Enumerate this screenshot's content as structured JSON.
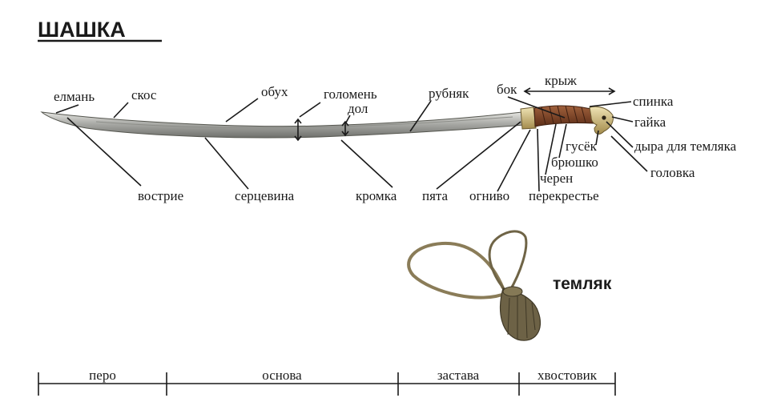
{
  "title": "ШАШКА",
  "labels": {
    "elman": "елмань",
    "skos": "скос",
    "obukh": "обух",
    "golomen": "голомень",
    "dol": "дол",
    "rubnyak": "рубняк",
    "bok": "бок",
    "kryzh": "крыж",
    "spinka": "спинка",
    "gaika": "гайка",
    "dyra": "дыра для темляка",
    "gusyok": "гусёк",
    "bryushko": "брюшко",
    "cheren": "черен",
    "golovka": "головка",
    "vostrie": "вострие",
    "sertsevina": "серцевина",
    "kromka": "кромка",
    "pyata": "пята",
    "ognivo": "огниво",
    "perekrestye": "перекрестье",
    "temlyak": "темляк"
  },
  "sections": [
    "перо",
    "основа",
    "застава",
    "хвостовик"
  ]
}
